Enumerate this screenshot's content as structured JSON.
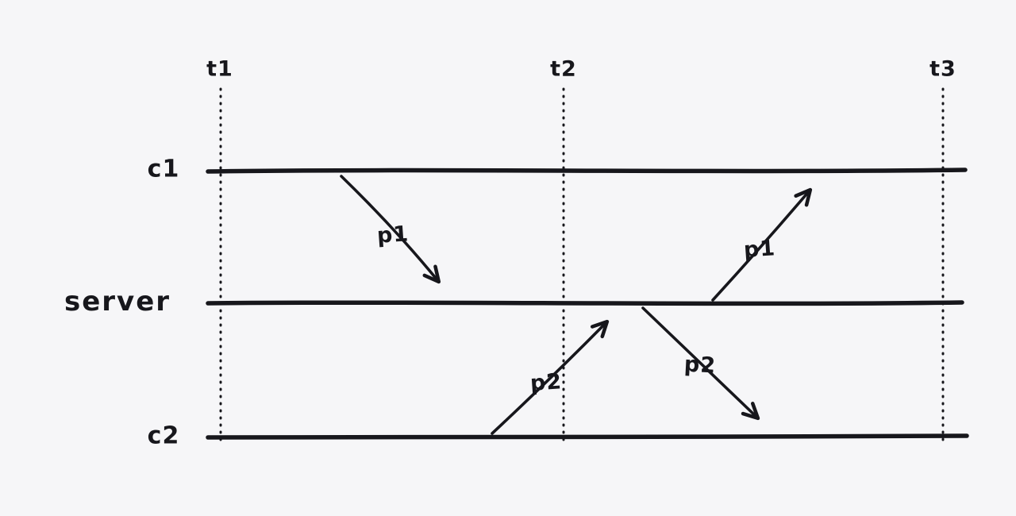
{
  "canvas": {
    "background_color": "#f6f6f8",
    "ink_color": "#17171c"
  },
  "diagram": {
    "type": "sequence-timeline",
    "time_markers": [
      {
        "label": "t1"
      },
      {
        "label": "t2"
      },
      {
        "label": "t3"
      }
    ],
    "timelines": [
      {
        "label": "c1"
      },
      {
        "label": "server"
      },
      {
        "label": "c2"
      }
    ],
    "messages": [
      {
        "label": "p1",
        "from": "c1",
        "to": "server"
      },
      {
        "label": "p2",
        "from": "c2",
        "to": "server"
      },
      {
        "label": "p2",
        "from": "server",
        "to": "c2"
      },
      {
        "label": "p1",
        "from": "server",
        "to": "c1"
      }
    ]
  }
}
